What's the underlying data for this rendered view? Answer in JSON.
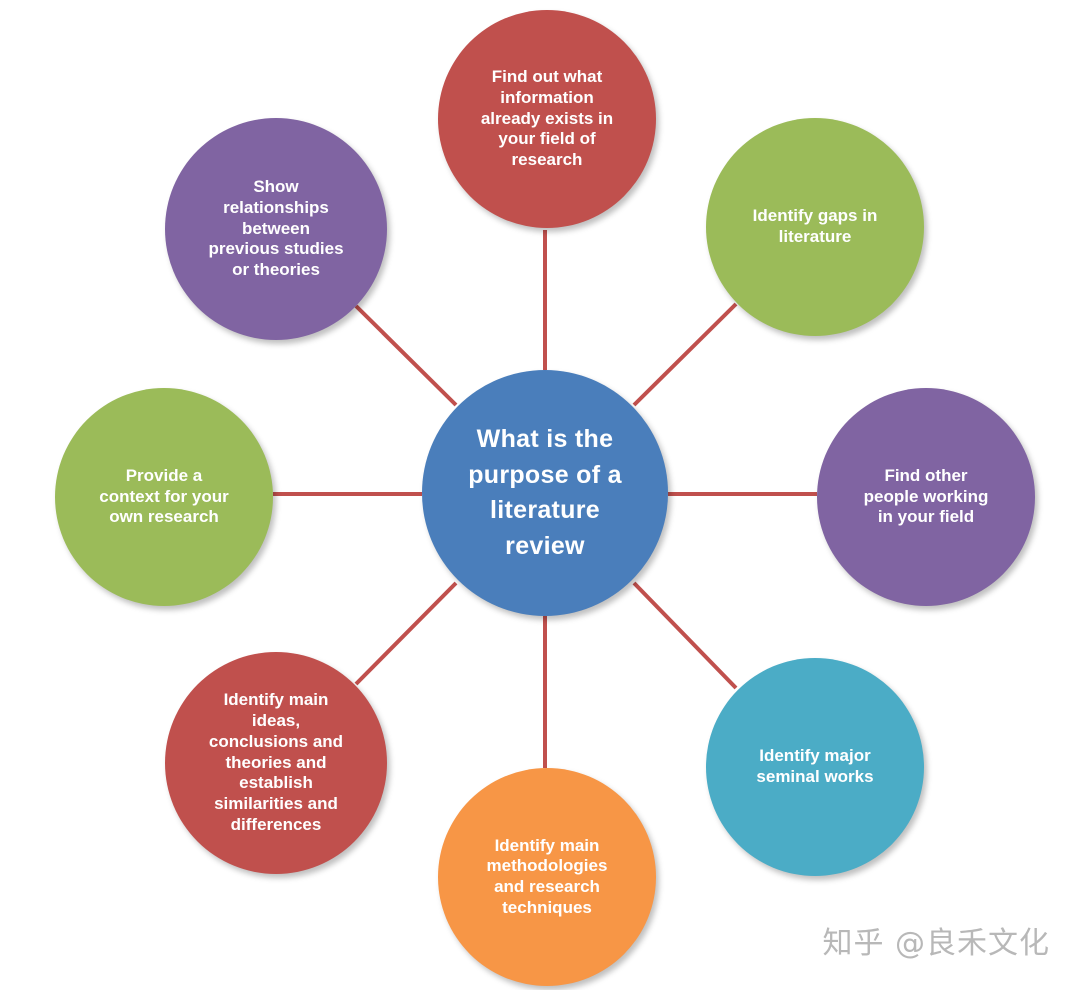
{
  "center": {
    "text": "What is the\npurpose of a\nliterature\nreview"
  },
  "nodes": {
    "top": "Find out what\ninformation\nalready exists in\nyour field of\nresearch",
    "top_right": "Identify gaps in\nliterature",
    "right": "Find other\npeople working\nin your field",
    "bottom_right": "Identify major\nseminal works",
    "bottom": "Identify main\nmethodologies\nand research\ntechniques",
    "bottom_left": "Identify main\nideas,\nconclusions and\ntheories and\nestablish\nsimilarities and\ndifferences",
    "left": "Provide a\ncontext for your\nown research",
    "top_left": "Show\nrelationships\nbetween\nprevious studies\nor theories"
  },
  "colors": {
    "center": "#4a7ebb",
    "red": "#c0504d",
    "green": "#9bbb59",
    "purple": "#8064a2",
    "teal": "#4bacc6",
    "orange": "#f79646",
    "connector": "#c0504d"
  },
  "watermark": "知乎 @良禾文化"
}
